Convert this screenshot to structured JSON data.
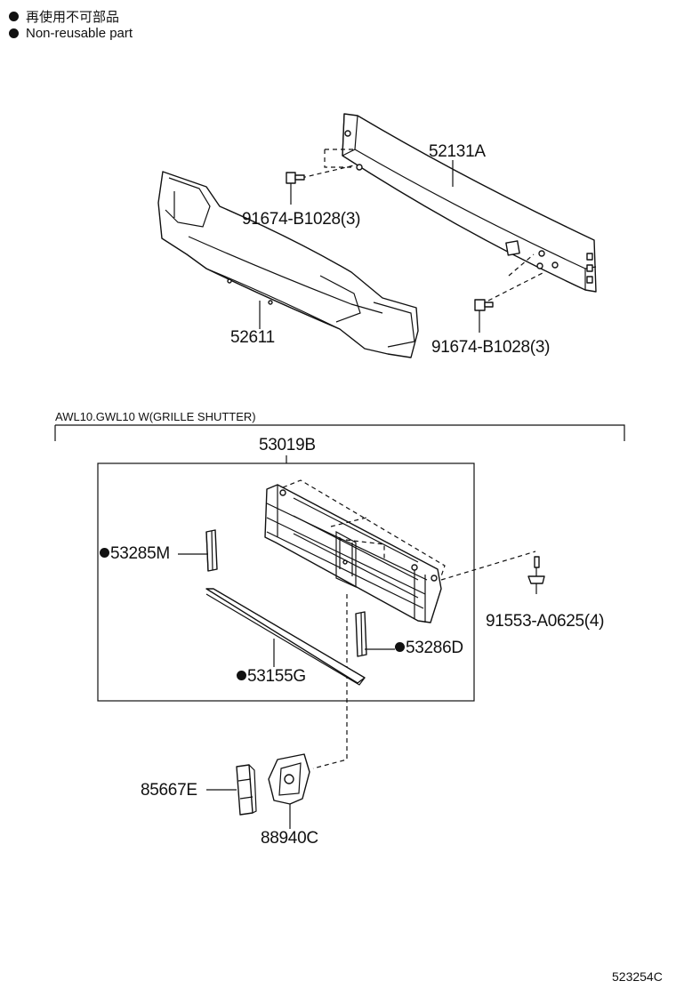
{
  "legend": {
    "jp": "再使用不可部品",
    "en": "Non-reusable part"
  },
  "parts": {
    "reinforcement": "52131A",
    "bolt_upper": "91674-B1028(3)",
    "absorber": "52611",
    "bolt_lower": "91674-B1028(3)",
    "shutter_assy": "53019B",
    "seal_m": "53285M",
    "seal_g": "53155G",
    "seal_d": "53286D",
    "screw": "91553-A0625(4)",
    "bracket_e": "85667E",
    "motor_c": "88940C"
  },
  "section": {
    "condition": "AWL10.GWL10   W(GRILLE SHUTTER)"
  },
  "illustration_code": "523254C"
}
